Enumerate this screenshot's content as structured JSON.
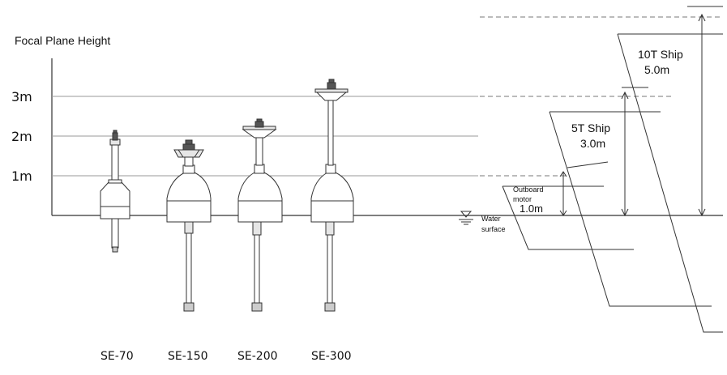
{
  "title": "Focal Plane Height",
  "y_ticks": [
    "1m",
    "2m",
    "3m"
  ],
  "buoys": [
    {
      "model": "SE-70"
    },
    {
      "model": "SE-150"
    },
    {
      "model": "SE-200"
    },
    {
      "model": "SE-300"
    }
  ],
  "water_label_line1": "Water",
  "water_label_line2": "surface",
  "vessels": [
    {
      "line1": "Outboard",
      "line2": "motor",
      "height": "1.0m"
    },
    {
      "name": "5T Ship",
      "height": "3.0m"
    },
    {
      "name": "10T Ship",
      "height": "5.0m"
    }
  ],
  "colors": {
    "line": "#333333",
    "grid": "#999999",
    "light_fill": "#e6e6e6"
  }
}
